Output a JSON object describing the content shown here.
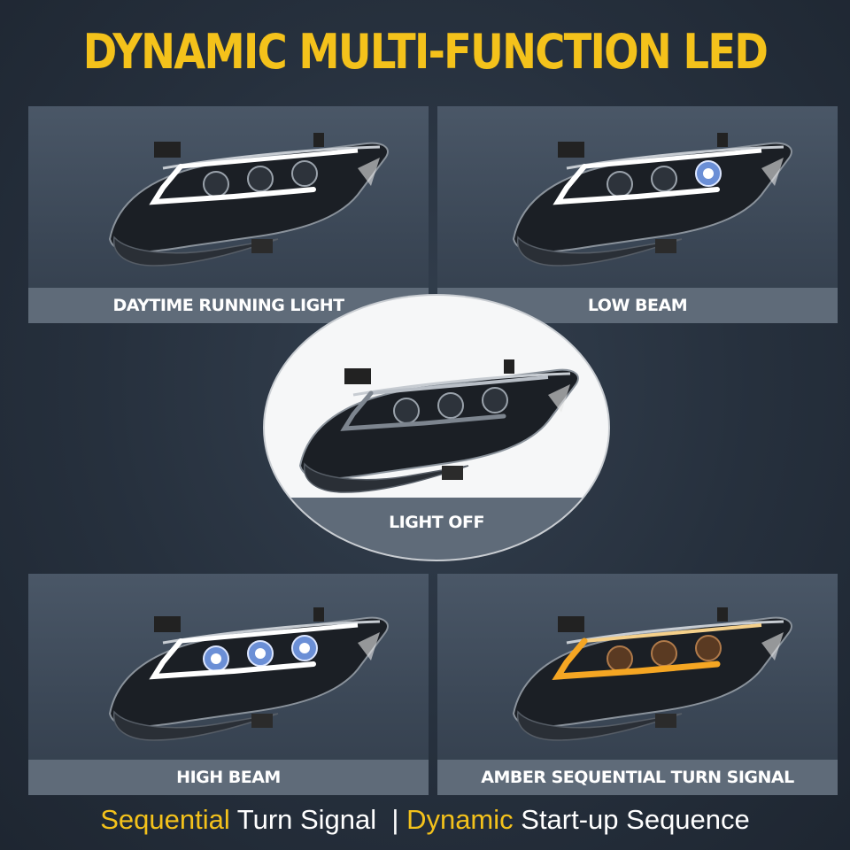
{
  "title": "DYNAMIC MULTI-FUNCTION LED",
  "panels": {
    "drl": "DAYTIME RUNNING LIGHT",
    "low": "LOW BEAM",
    "off": "LIGHT OFF",
    "high": "HIGH BEAM",
    "amber": "AMBER SEQUENTIAL TURN SIGNAL"
  },
  "footer": {
    "part1_highlight": "Sequential",
    "part1_rest": " Turn Signal ",
    "separator": " | ",
    "part2_highlight": "Dynamic",
    "part2_rest": " Start-up Sequence"
  },
  "colors": {
    "accent": "#f4c21b",
    "background": "#26303d",
    "label_bar": "#5f6b79",
    "amber": "#f5a623",
    "led_white": "#eef4ff"
  },
  "icons": [
    "headlight-image"
  ]
}
